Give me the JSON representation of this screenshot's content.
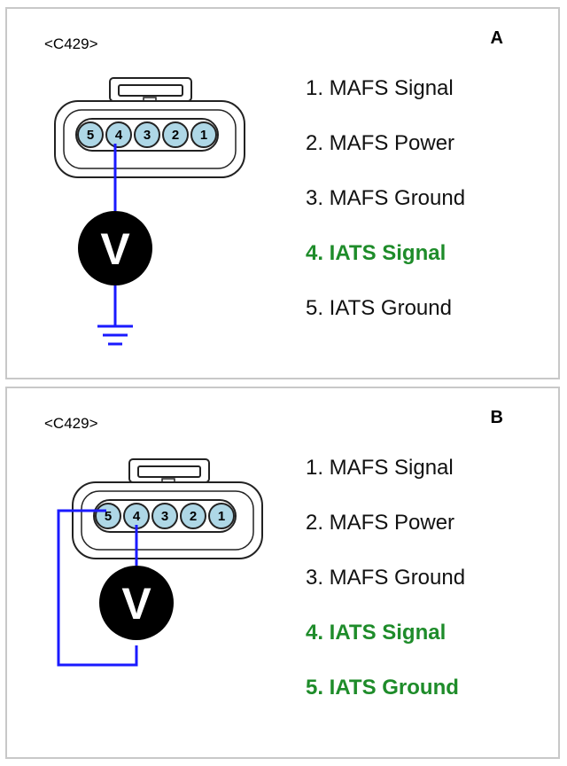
{
  "colors": {
    "highlight": "#1e8c2a",
    "wire": "#1a1aff",
    "pin_fill": "#aed7e6",
    "meter_fill": "#000000",
    "text": "#111111"
  },
  "icons": {
    "meter": "voltmeter-icon",
    "ground": "ground-icon"
  },
  "panels": [
    {
      "letter": "A",
      "connector_id": "<C429>",
      "pins_order": [
        "5",
        "4",
        "3",
        "2",
        "1"
      ],
      "meter_label": "V",
      "pins": [
        {
          "text": "1. MAFS Signal",
          "highlight": false
        },
        {
          "text": "2. MAFS Power",
          "highlight": false
        },
        {
          "text": "3. MAFS Ground",
          "highlight": false
        },
        {
          "text": "4. IATS Signal",
          "highlight": true
        },
        {
          "text": "5. IATS Ground",
          "highlight": false
        }
      ]
    },
    {
      "letter": "B",
      "connector_id": "<C429>",
      "pins_order": [
        "5",
        "4",
        "3",
        "2",
        "1"
      ],
      "meter_label": "V",
      "pins": [
        {
          "text": "1. MAFS Signal",
          "highlight": false
        },
        {
          "text": "2. MAFS Power",
          "highlight": false
        },
        {
          "text": "3. MAFS Ground",
          "highlight": false
        },
        {
          "text": "4. IATS Signal",
          "highlight": true
        },
        {
          "text": "5. IATS Ground",
          "highlight": true
        }
      ]
    }
  ]
}
